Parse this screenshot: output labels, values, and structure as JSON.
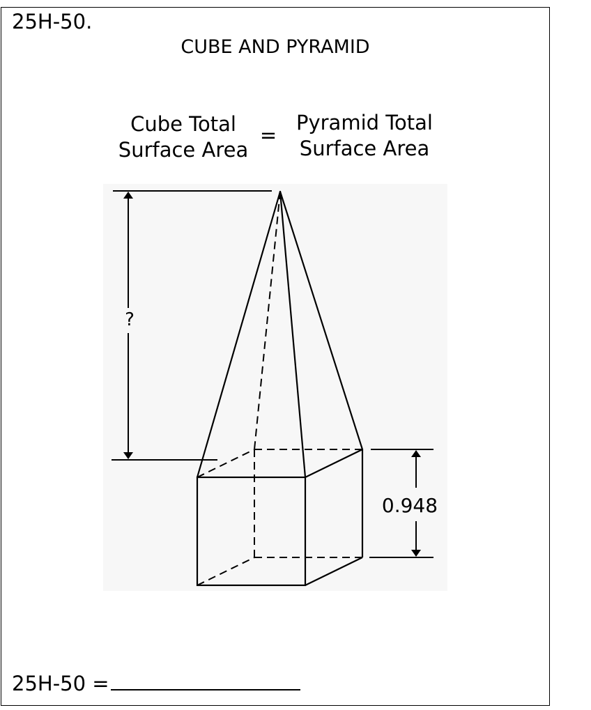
{
  "problem": {
    "id_label": "25H-50.",
    "title": "CUBE AND PYRAMID"
  },
  "equation": {
    "left_line1": "Cube Total",
    "left_line2": "Surface Area",
    "sign": "=",
    "right_line1": "Pyramid Total",
    "right_line2": "Surface Area"
  },
  "figure": {
    "pyramid_height_label": "?",
    "cube_edge_label": "0.948"
  },
  "answer": {
    "label": "25H-50 ="
  }
}
